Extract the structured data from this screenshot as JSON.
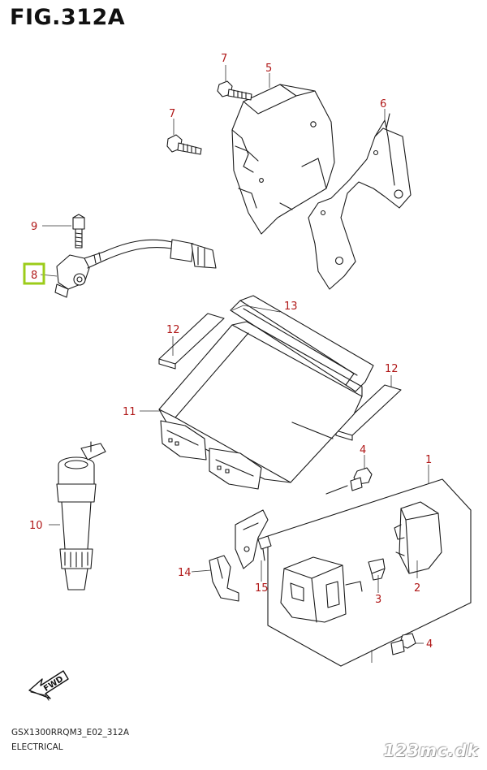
{
  "figure": {
    "title": "FIG.312A"
  },
  "footer": {
    "model_code": "GSX1300RRQM3_E02_312A",
    "section": "ELECTRICAL"
  },
  "watermark": {
    "text": "123mc.dk"
  },
  "direction_arrow": {
    "label": "FWD"
  },
  "highlight_color": "#9ccc1a",
  "callout_color": "#b01818",
  "callouts": {
    "c1": "1",
    "c2": "2",
    "c3": "3",
    "c4a": "4",
    "c4b": "4",
    "c5": "5",
    "c6": "6",
    "c7a": "7",
    "c7b": "7",
    "c8": "8",
    "c9": "9",
    "c10": "10",
    "c11": "11",
    "c12a": "12",
    "c12b": "12",
    "c13": "13",
    "c14": "14",
    "c15": "15"
  }
}
